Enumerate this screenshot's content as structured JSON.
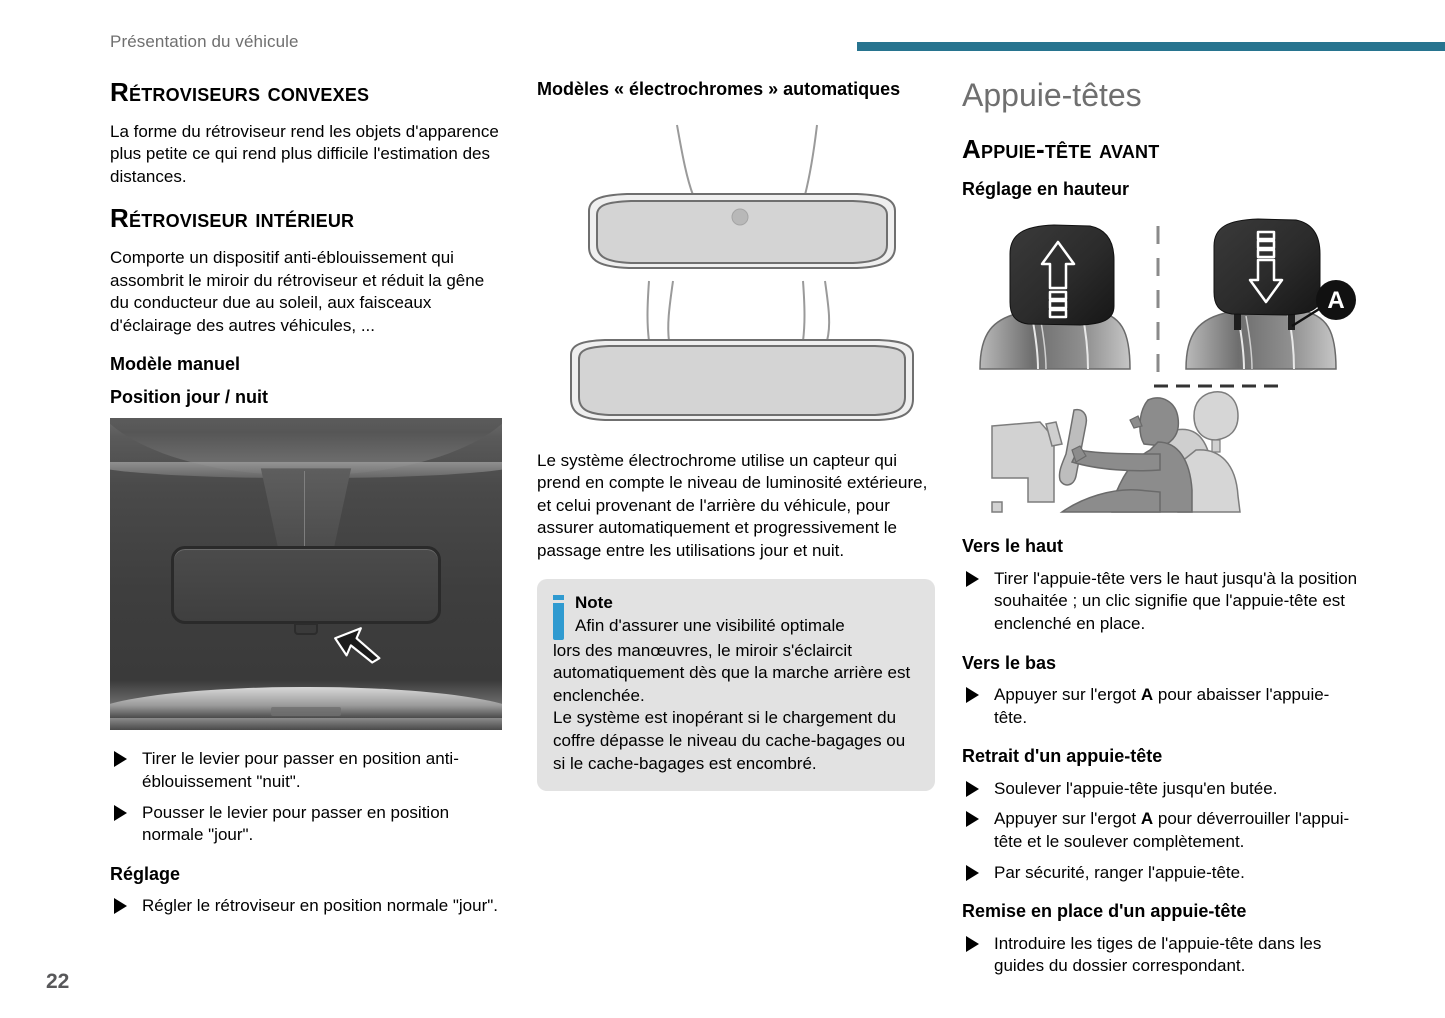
{
  "header": {
    "running_head": "Présentation du véhicule",
    "rule_color": "#27748f"
  },
  "page_number": "22",
  "left_column": {
    "heading_1": "Rétroviseurs convexes",
    "paragraph_1": "La forme du rétroviseur rend les objets d'apparence plus petite ce qui rend plus difficile l'estimation des distances.",
    "heading_2": "Rétroviseur intérieur",
    "paragraph_2": "Comporte un dispositif anti-éblouissement qui assombrit le miroir du rétroviseur et réduit la gêne du conducteur due au soleil, aux faisceaux d'éclairage des autres véhicules, ...",
    "subheading_1": "Modèle manuel",
    "subheading_2": "Position jour / nuit",
    "image_caption": "Photo du rétroviseur intérieur avec flèche indiquant le levier",
    "bullets_1": [
      "Tirer le levier pour passer en position anti-éblouissement \"nuit\".",
      "Pousser le levier pour passer en position normale \"jour\"."
    ],
    "subheading_3": "Réglage",
    "bullets_2": [
      "Régler le rétroviseur en position normale \"jour\"."
    ]
  },
  "middle_column": {
    "subheading_1": "Modèles « électrochromes » automatiques",
    "image_caption": "Schémas de deux rétroviseurs électrochromes",
    "paragraph_1": "Le système électrochrome utilise un capteur qui prend en compte le niveau de luminosité extérieure, et celui provenant de l'arrière du véhicule, pour assurer automatiquement et progressivement le passage entre les utilisations jour et nuit.",
    "note": {
      "icon": "info-icon",
      "icon_color": "#2f9ad0",
      "title": "Note",
      "first_line": "Afin d'assurer une visibilité optimale",
      "paragraph_1": "lors des manœuvres, le miroir s'éclaircit automatiquement dès que la marche arrière est enclenchée.",
      "paragraph_2": "Le système est inopérant si le chargement du coffre dépasse le niveau du cache-bagages ou si le cache-bagages est encombré."
    }
  },
  "right_column": {
    "title": "Appuie-têtes",
    "heading_1": "Appuie-tête avant",
    "subheading_1": "Réglage en hauteur",
    "image_caption": "Illustrations du réglage de l'appuie-tête avec repère A",
    "callout_label": "A",
    "subheading_2": "Vers le haut",
    "bullets_1": [
      "Tirer l'appuie-tête vers le haut jusqu'à la position souhaitée ; un clic signifie que l'appuie-tête est enclenché en place."
    ],
    "subheading_3": "Vers le bas",
    "bullets_2": [
      {
        "pre": "Appuyer sur l'ergot ",
        "bold": "A",
        "post": " pour abaisser l'appuie-tête."
      }
    ],
    "subheading_4": "Retrait d'un appuie-tête",
    "bullets_3": [
      {
        "pre": "Soulever l'appuie-tête jusqu'en butée.",
        "bold": "",
        "post": ""
      },
      {
        "pre": "Appuyer sur l'ergot ",
        "bold": "A",
        "post": " pour déverrouiller l'appui-tête et le soulever complètement."
      },
      {
        "pre": "Par sécurité, ranger l'appuie-tête.",
        "bold": "",
        "post": ""
      }
    ],
    "subheading_5": "Remise en place d'un appuie-tête",
    "bullets_4": [
      "Introduire les tiges de l'appuie-tête dans les guides du dossier correspondant."
    ]
  }
}
